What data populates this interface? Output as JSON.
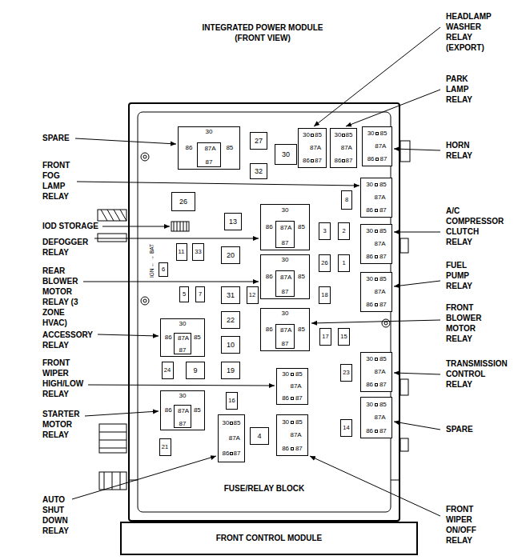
{
  "diagram": {
    "title": "INTEGRATED POWER MODULE (FRONT VIEW)",
    "nodes": [
      {
        "text": [
          "FUSE/RELAY BLOCK"
        ]
      },
      {
        "text": [
          "FRONT CONTROL MODULE"
        ]
      },
      {
        "text": [
          "30",
          "86",
          "87A",
          "85",
          "87"
        ],
        "in": 0
      },
      {
        "text": [
          "27"
        ],
        "in": 0
      },
      {
        "text": [
          "30"
        ],
        "in": 0
      },
      {
        "text": [
          "32"
        ],
        "in": 0
      },
      {
        "text": [
          "30",
          "85",
          "87A",
          "86",
          "87"
        ],
        "in": 0
      },
      {
        "text": [
          "30",
          "85",
          "87A",
          "86",
          "87"
        ],
        "in": 0
      },
      {
        "text": [
          "30",
          "85",
          "87A",
          "86",
          "87"
        ],
        "in": 0
      },
      {
        "text": [
          "26"
        ],
        "in": 0
      },
      {
        "text": [
          "30",
          "85",
          "87A",
          "86",
          "87"
        ],
        "in": 0
      },
      {
        "text": [
          "8"
        ],
        "in": 0
      },
      {
        "text": [
          "13"
        ],
        "in": 0
      },
      {
        "text": [
          "30",
          "86",
          "87A",
          "85",
          "87"
        ],
        "in": 0
      },
      {
        "text": [
          "3"
        ],
        "in": 0
      },
      {
        "text": [
          "2"
        ],
        "in": 0
      },
      {
        "text": [
          "30",
          "85",
          "87A",
          "86",
          "87"
        ],
        "in": 0
      },
      {
        "text": [
          "11"
        ],
        "in": 0
      },
      {
        "text": [
          "33"
        ],
        "in": 0
      },
      {
        "text": [
          "20"
        ],
        "in": 0
      },
      {
        "text": [
          "26"
        ],
        "in": 0
      },
      {
        "text": [
          "1"
        ],
        "in": 0
      },
      {
        "text": [
          "30",
          "86",
          "87A",
          "85",
          "87"
        ],
        "in": 0
      },
      {
        "text": [
          "6"
        ],
        "in": 0
      },
      {
        "text": [
          "5"
        ],
        "in": 0
      },
      {
        "text": [
          "7"
        ],
        "in": 0
      },
      {
        "text": [
          "31"
        ],
        "in": 0
      },
      {
        "text": [
          "12"
        ],
        "in": 0
      },
      {
        "text": [
          "18"
        ],
        "in": 0
      },
      {
        "text": [
          "30",
          "85",
          "87A",
          "86",
          "87"
        ],
        "in": 0
      },
      {
        "text": [
          "30",
          "86",
          "87A",
          "85",
          "87"
        ],
        "in": 0
      },
      {
        "text": [
          "22"
        ],
        "in": 0
      },
      {
        "text": [
          "30",
          "86",
          "87A",
          "85",
          "87"
        ],
        "in": 0
      },
      {
        "text": [
          "17"
        ],
        "in": 0
      },
      {
        "text": [
          "15"
        ],
        "in": 0
      },
      {
        "text": [
          "10"
        ],
        "in": 0
      },
      {
        "text": [
          "30",
          "85",
          "87A",
          "86",
          "87"
        ],
        "in": 0
      },
      {
        "text": [
          "24"
        ],
        "in": 0
      },
      {
        "text": [
          "9"
        ],
        "in": 0
      },
      {
        "text": [
          "19"
        ],
        "in": 0
      },
      {
        "text": [
          "30",
          "85",
          "87A",
          "86",
          "87"
        ],
        "in": 0
      },
      {
        "text": [
          "23"
        ],
        "in": 0
      },
      {
        "text": [
          "30",
          "86",
          "87A",
          "85",
          "87"
        ],
        "in": 0
      },
      {
        "text": [
          "16"
        ],
        "in": 0
      },
      {
        "text": [
          "30",
          "85",
          "87A",
          "86",
          "87"
        ],
        "in": 0
      },
      {
        "text": [
          "30",
          "85",
          "87A",
          "86",
          "87"
        ],
        "in": 0
      },
      {
        "text": [
          "30",
          "85",
          "87A",
          "86",
          "87"
        ],
        "in": 0
      },
      {
        "text": [
          "14"
        ],
        "in": 0
      },
      {
        "text": [
          "4"
        ],
        "in": 0
      },
      {
        "text": [
          "21"
        ],
        "in": 0
      }
    ],
    "labels": [
      "SPARE",
      "FRONT FOG LAMP RELAY",
      "IOD STORAGE",
      "DEFOGGER RELAY",
      "REAR BLOWER MOTOR RELAY (3 ZONE HVAC)",
      "ACCESSORY RELAY",
      "FRONT WIPER HIGH/LOW RELAY",
      "STARTER MOTOR RELAY",
      "AUTO SHUT DOWN RELAY",
      "HEADLAMP WASHER RELAY (EXPORT)",
      "PARK LAMP RELAY",
      "HORN RELAY",
      "A/C COMPRESSOR CLUTCH RELAY",
      "FUEL PUMP RELAY",
      "FRONT BLOWER MOTOR RELAY",
      "TRANSMISSION CONTROL RELAY",
      "SPARE",
      "FRONT WIPER ON/OFF RELAY",
      "IGN ← → BAT"
    ]
  }
}
